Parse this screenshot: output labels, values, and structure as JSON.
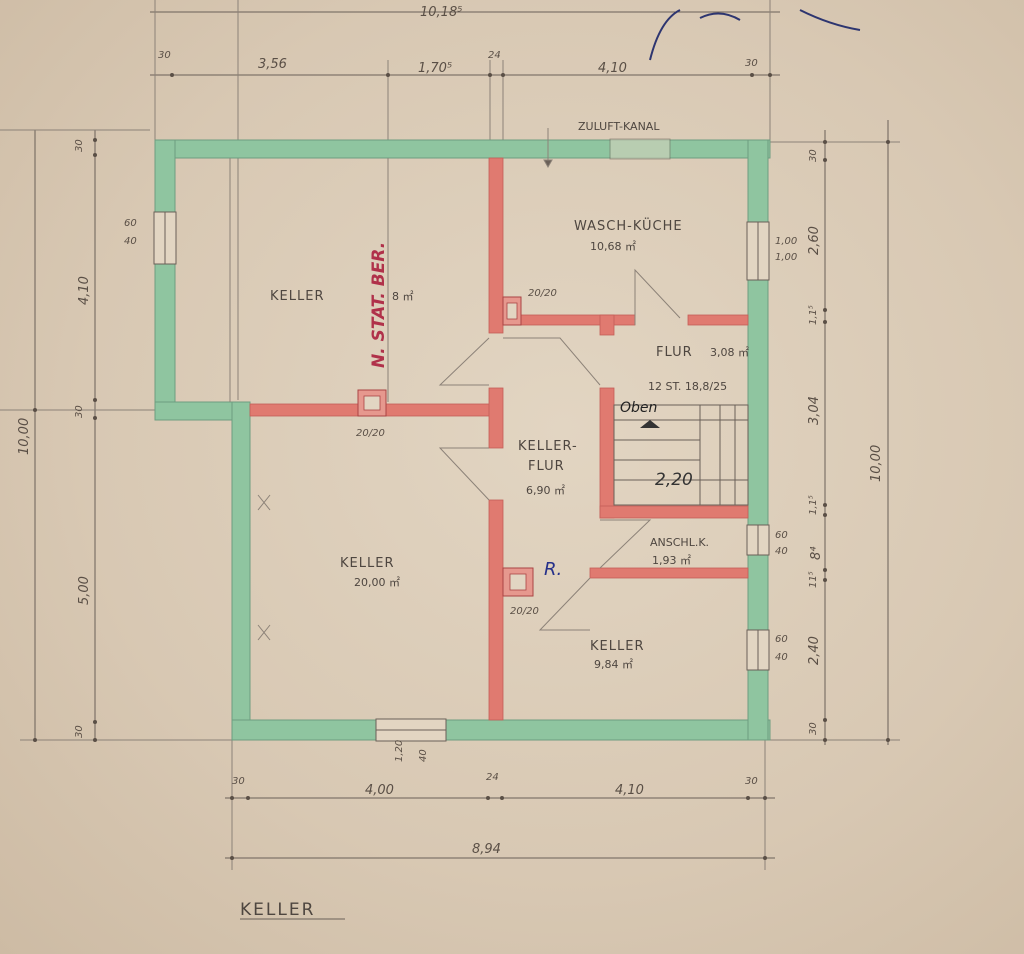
{
  "drawing": {
    "title": "KELLER",
    "dims_top": {
      "total": "10,18⁵",
      "segments": [
        "30",
        "3,56",
        "1,70⁵",
        "24",
        "4,10",
        "30"
      ]
    },
    "dims_bottom": {
      "segments": [
        "30",
        "4,00",
        "24",
        "4,10",
        "30"
      ],
      "total": "8,94"
    },
    "dims_right": {
      "segments": [
        "30",
        "2,60",
        "1,1⁵",
        "3,04",
        "1,1⁵",
        "8⁴",
        "11⁵",
        "2,40",
        "30"
      ],
      "total": "10,00"
    },
    "dims_left": {
      "segments": [
        "30",
        "4,10",
        "30",
        "5,00",
        "30"
      ],
      "total": "10,00"
    },
    "window_labels": {
      "left_upper": [
        "60",
        "40"
      ],
      "right_wk": [
        "1,00",
        "1,00"
      ],
      "right_anschl": [
        "60",
        "40"
      ],
      "right_keller": [
        "60",
        "40"
      ],
      "bottom": [
        "1,20",
        "40"
      ]
    },
    "chimney_labels": [
      "20/20",
      "20/20",
      "20/20"
    ],
    "top_note": "ZULUFT-KANAL",
    "rooms": {
      "keller_nw": {
        "name": "KELLER",
        "area": "8 ㎡"
      },
      "wasch": {
        "name": "WASCH-KÜCHE",
        "area": "10,68 ㎡"
      },
      "flur": {
        "name": "FLUR",
        "area": "3,08 ㎡"
      },
      "stair": {
        "text": "12 ST. 18,8/25",
        "oben": "Oben",
        "width": "2,20"
      },
      "kellerflur": {
        "name1": "KELLER-",
        "name2": "FLUR",
        "area": "6,90 ㎡"
      },
      "anschl": {
        "name": "ANSCHL.K.",
        "area": "1,93 ㎡"
      },
      "keller_sw": {
        "name": "KELLER",
        "area": "20,00 ㎡"
      },
      "keller_se": {
        "name": "KELLER",
        "area": "9,84 ㎡"
      }
    },
    "annotation_red": "N. STAT. BER.",
    "annotation_blue": "R.",
    "colors": {
      "paper": "#d9cbb8",
      "wall_outer": "#8fc5a0",
      "wall_inner": "#e07a70",
      "ink": "#5a4f46"
    }
  }
}
